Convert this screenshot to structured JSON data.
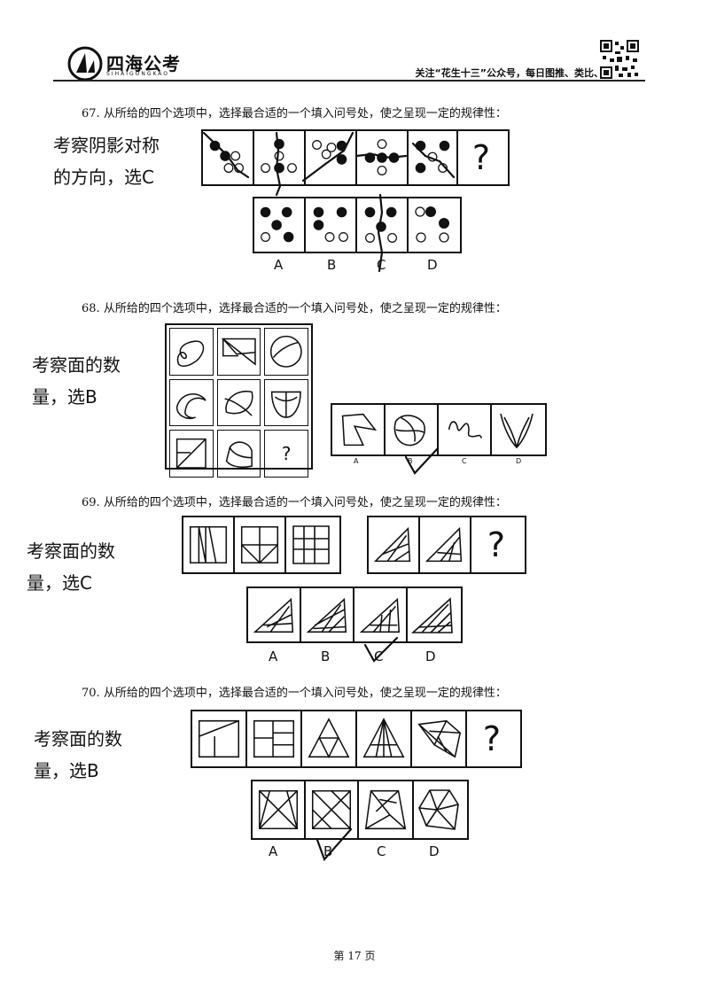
{
  "header": {
    "brand": "四海公考",
    "brand_sub": "SIHAIGONGKAO",
    "note": "关注“花生十三”公众号，每日图推、类比、速算等"
  },
  "questions": [
    {
      "number": "67.",
      "prompt": "从所给的四个选项中，选择最合适的一个填入问号处，使之呈现一定的规律性：",
      "note_line1": "考察阴影对称",
      "note_line2": "的方向，选C",
      "options": [
        "A",
        "B",
        "C",
        "D"
      ],
      "question_mark": "?"
    },
    {
      "number": "68.",
      "prompt": "从所给的四个选项中，选择最合适的一个填入问号处，使之呈现一定的规律性：",
      "note_line1": "考察面的数",
      "note_line2": "量，选B",
      "options": [
        "A",
        "B",
        "C",
        "D"
      ],
      "question_mark": "?"
    },
    {
      "number": "69.",
      "prompt": "从所给的四个选项中，选择最合适的一个填入问号处，使之呈现一定的规律性：",
      "note_line1": "考察面的数",
      "note_line2": "量，选C",
      "options": [
        "A",
        "B",
        "C",
        "D"
      ],
      "question_mark": "?"
    },
    {
      "number": "70.",
      "prompt": "从所给的四个选项中，选择最合适的一个填入问号处，使之呈现一定的规律性：",
      "note_line1": "考察面的数",
      "note_line2": "量，选B",
      "options": [
        "A",
        "B",
        "C",
        "D"
      ],
      "question_mark": "?"
    }
  ],
  "footer": {
    "page": "第 17 页"
  }
}
